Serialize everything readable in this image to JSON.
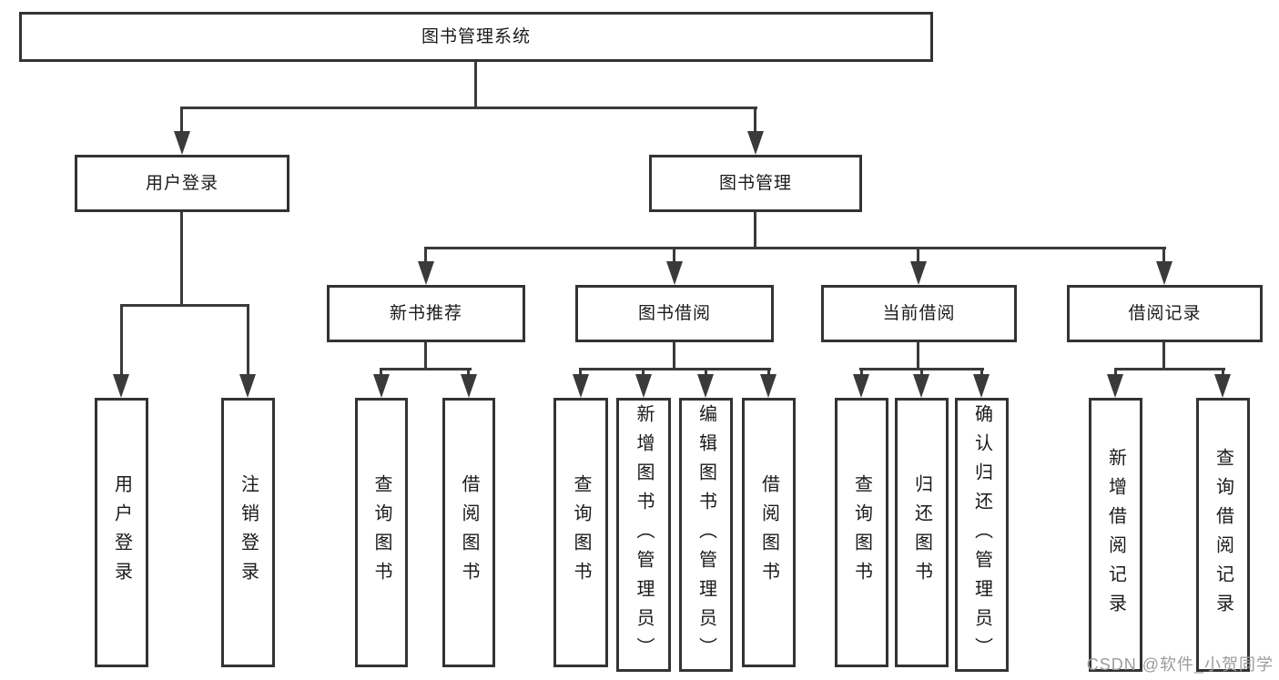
{
  "colors": {
    "line": "#3a3a3a",
    "box_border": "#333333",
    "box_fill": "#ffffff",
    "text": "#1a1a1a",
    "watermark": "#9c9c9c",
    "background": "#ffffff"
  },
  "diagram": {
    "type": "tree",
    "root": {
      "label": "图书管理系统"
    },
    "level1": [
      {
        "label": "用户登录"
      },
      {
        "label": "图书管理"
      }
    ],
    "level2": [
      {
        "label": "新书推荐",
        "parent": "图书管理"
      },
      {
        "label": "图书借阅",
        "parent": "图书管理"
      },
      {
        "label": "当前借阅",
        "parent": "图书管理"
      },
      {
        "label": "借阅记录",
        "parent": "图书管理"
      }
    ],
    "leaves": [
      {
        "label": "用户登录",
        "parent": "用户登录"
      },
      {
        "label": "注销登录",
        "parent": "用户登录"
      },
      {
        "label": "查询图书",
        "parent": "新书推荐"
      },
      {
        "label": "借阅图书",
        "parent": "新书推荐"
      },
      {
        "label": "查询图书",
        "parent": "图书借阅"
      },
      {
        "label": "新增图书（管理员）",
        "parent": "图书借阅"
      },
      {
        "label": "编辑图书（管理员）",
        "parent": "图书借阅"
      },
      {
        "label": "借阅图书",
        "parent": "图书借阅"
      },
      {
        "label": "查询图书",
        "parent": "当前借阅"
      },
      {
        "label": "归还图书",
        "parent": "当前借阅"
      },
      {
        "label": "确认归还（管理员）",
        "parent": "当前借阅"
      },
      {
        "label": "新增借阅记录",
        "parent": "借阅记录"
      },
      {
        "label": "查询借阅记录",
        "parent": "借阅记录"
      }
    ]
  },
  "watermark": {
    "text": "CSDN @软件_小贺同学"
  }
}
